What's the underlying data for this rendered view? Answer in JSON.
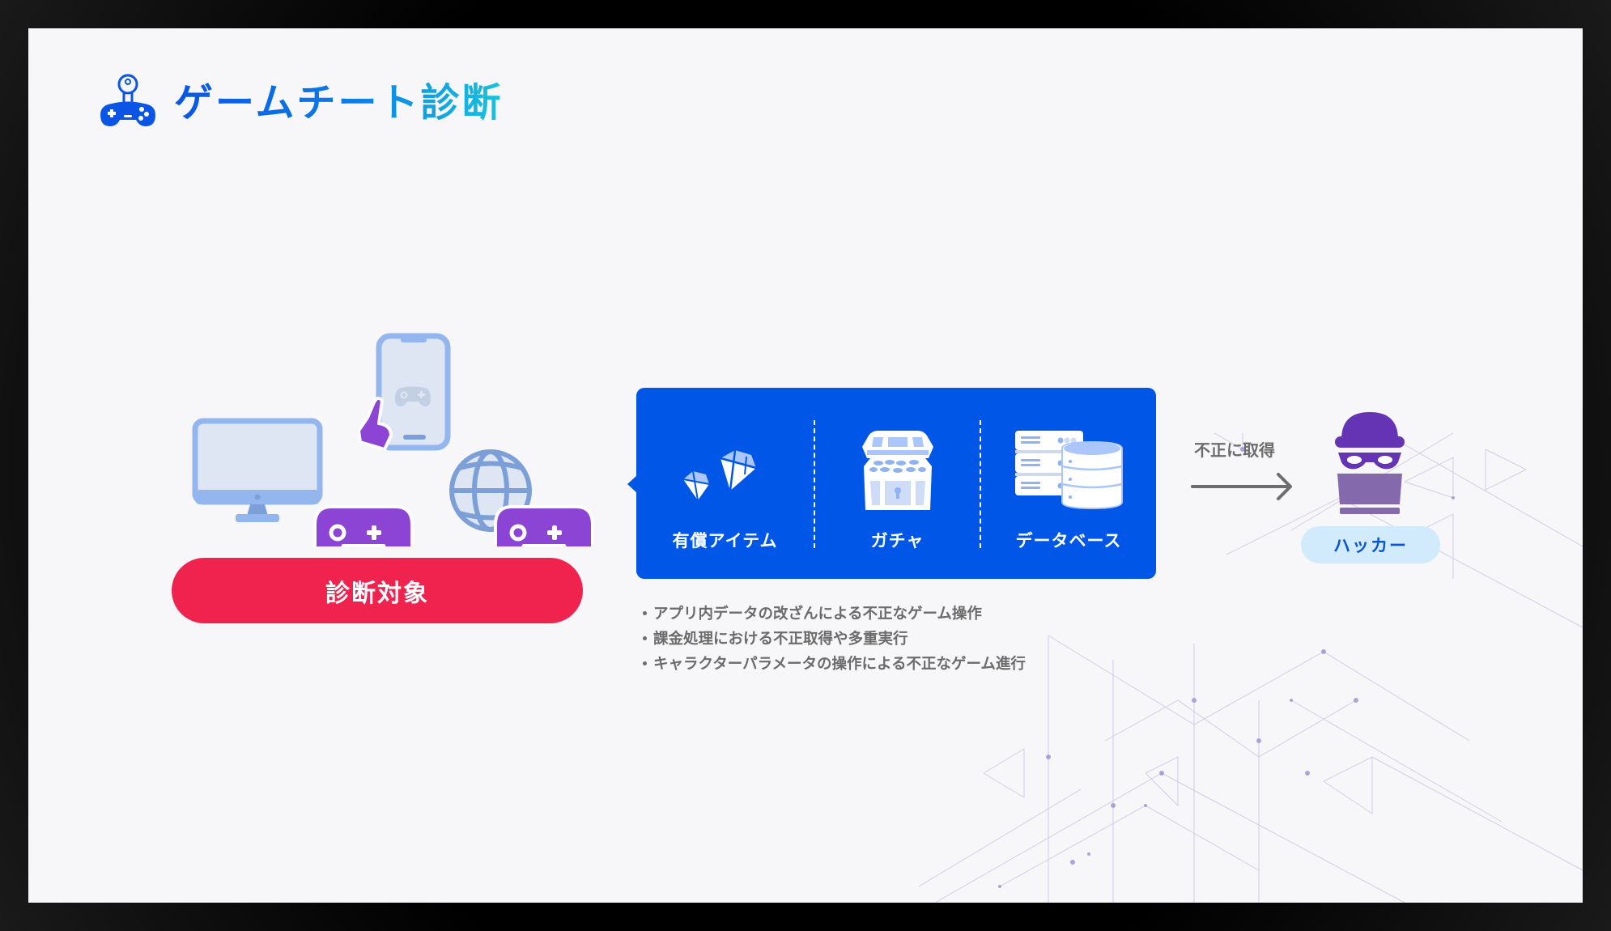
{
  "slide": {
    "title": "ゲームチート診断",
    "title_colors": {
      "start": "#0a55e6",
      "end": "#18c4dc"
    },
    "logo_icon": "gamepad-key-icon",
    "background": "#f7f7f9"
  },
  "target": {
    "label": "診断対象",
    "color": "#f0234f",
    "icons": [
      "monitor-icon",
      "smartphone-icon",
      "pointing-hand-icon",
      "globe-icon",
      "gamepad-icon",
      "gamepad-icon"
    ]
  },
  "assets_box": {
    "color": "#0057e7",
    "items": [
      {
        "label": "有償アイテム",
        "icon": "diamonds-icon"
      },
      {
        "label": "ガチャ",
        "icon": "treasure-chest-icon"
      },
      {
        "label": "データベース",
        "icon": "database-server-icon"
      }
    ]
  },
  "bullets": [
    "アプリ内データの改ざんによる不正なゲーム操作",
    "課金処理における不正取得や多重実行",
    "キャラクターパラメータの操作による不正なゲーム進行"
  ],
  "flow": {
    "arrow_label": "不正に取得",
    "arrow_icon": "arrow-right-icon"
  },
  "hacker": {
    "label": "ハッカー",
    "icon": "hacker-icon",
    "pill_color": "#d1ebfc",
    "text_color": "#0a55d6"
  }
}
